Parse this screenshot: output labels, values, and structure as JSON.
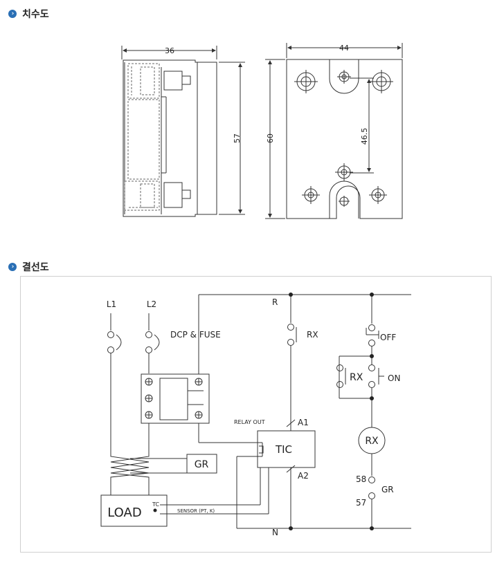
{
  "sections": {
    "dimensions_title": "치수도",
    "wiring_title": "결선도"
  },
  "icons": {
    "section_bullet": "chevron-right-icon",
    "bullet_color": "#2a6fb5"
  },
  "dimensions": {
    "side_width": "36",
    "side_height": "57",
    "front_width": "44",
    "front_height": "60",
    "hole_spacing": "46.5"
  },
  "wiring": {
    "l1": "L1",
    "l2": "L2",
    "dcp_fuse": "DCP & FUSE",
    "r": "R",
    "n": "N",
    "rx": "RX",
    "off": "OFF",
    "on": "ON",
    "rx_box": "RX",
    "rx_coil": "RX",
    "relay_out": "RELAY OUT",
    "a1": "A1",
    "a2": "A2",
    "tic": "TIC",
    "gr_box": "GR",
    "load": "LOAD",
    "tc": "TC",
    "sensor": "SENSOR (PT, K)",
    "t58": "58",
    "t57": "57",
    "gr": "GR"
  }
}
